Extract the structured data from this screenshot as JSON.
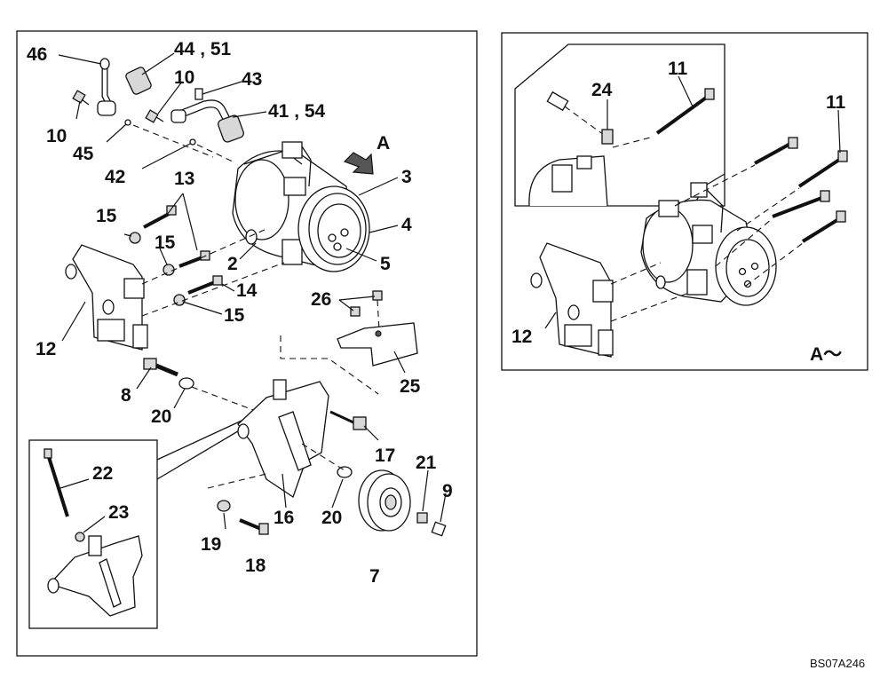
{
  "diagram": {
    "drawing_code": "BS07A246",
    "view_label": "A",
    "view_label_detail": "A～",
    "main_labels": {
      "p46": "46",
      "p44_51": "44 , 51",
      "p10a": "10",
      "p10b": "10",
      "p43": "43",
      "p41_54": "41 , 54",
      "p45": "45",
      "p42": "42",
      "p13": "13",
      "p3": "3",
      "p4": "4",
      "p5": "5",
      "p2": "2",
      "p15a": "15",
      "p15b": "15",
      "p15c": "15",
      "p14": "14",
      "p26": "26",
      "p12": "12",
      "p25": "25",
      "p8": "8",
      "p20a": "20",
      "p17": "17",
      "p21": "21",
      "p9": "9",
      "p16": "16",
      "p20b": "20",
      "p19": "19",
      "p18": "18",
      "p7": "7",
      "p22": "22",
      "p23": "23"
    },
    "detail_labels": {
      "p11a": "11",
      "p11b": "11",
      "p24": "24",
      "p12": "12"
    }
  }
}
